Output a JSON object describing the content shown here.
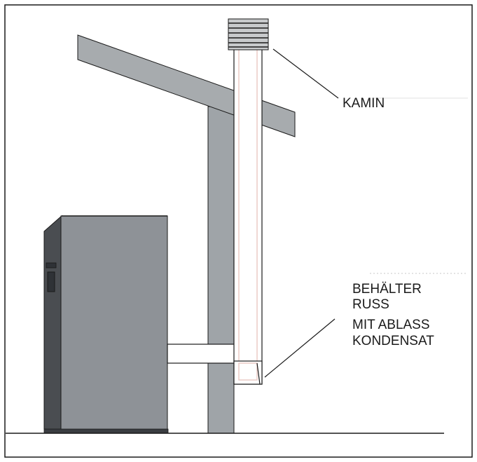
{
  "labels": {
    "kamin": "KAMIN",
    "behaelter_lines": [
      "BEHÄLTER",
      "RUSS",
      "MIT ABLASS",
      "KONDENSAT"
    ]
  },
  "colors": {
    "outline": "#1a1a1a",
    "wall_gray": "#9fa4a8",
    "beam_gray": "#a7abae",
    "boiler_front": "#8e9297",
    "boiler_side": "#4a4d51",
    "pipe_white": "#ffffff",
    "pipe_tint": "#e9c7c2",
    "cap_gray": "#c8cacc",
    "background": "#ffffff"
  }
}
